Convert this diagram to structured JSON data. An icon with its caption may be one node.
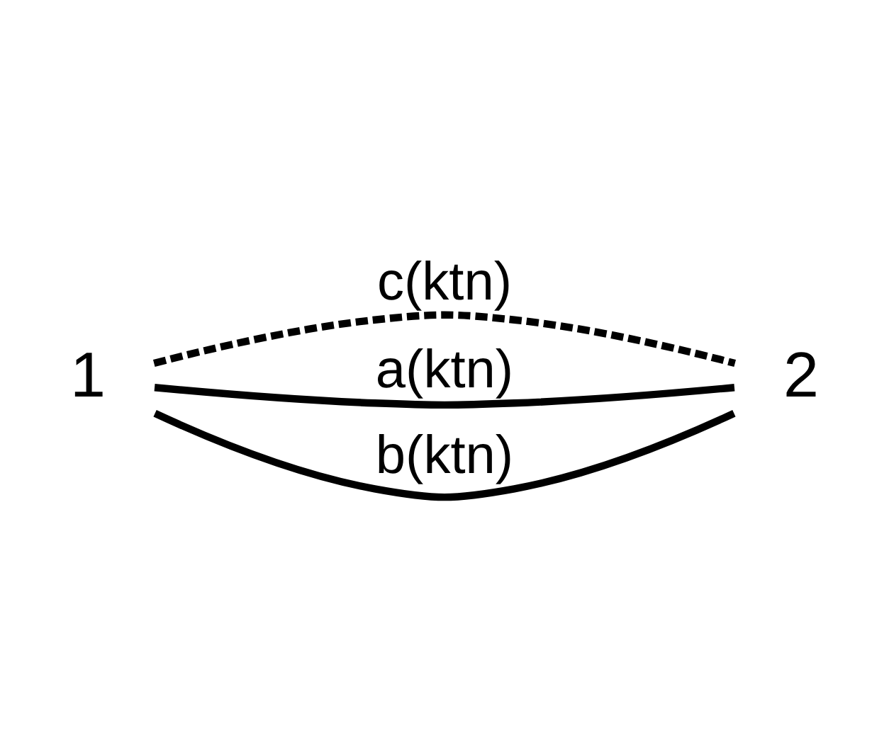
{
  "diagram": {
    "nodes": [
      {
        "text": [
          "1"
        ]
      },
      {
        "text": [
          "2"
        ]
      }
    ],
    "edges": [
      {
        "from": 0,
        "to": 1,
        "arrow": "none",
        "label": "c(ktn)",
        "style": "dashed"
      },
      {
        "from": 0,
        "to": 1,
        "arrow": "none",
        "label": "a(ktn)"
      },
      {
        "from": 0,
        "to": 1,
        "arrow": "none",
        "label": "b(ktn)"
      }
    ]
  }
}
